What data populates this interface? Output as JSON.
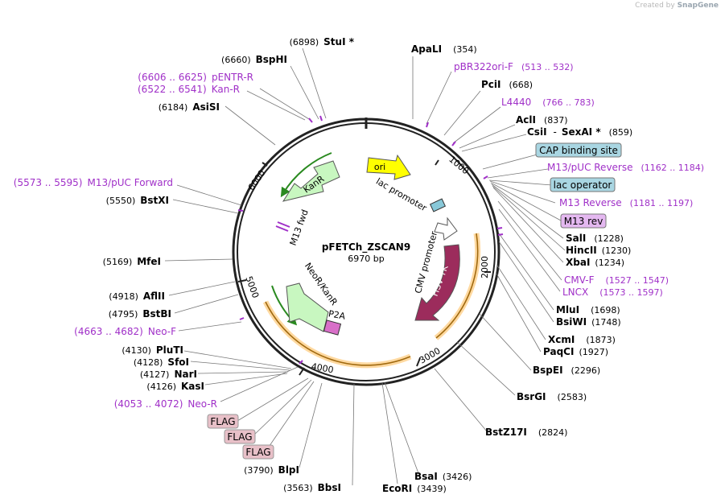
{
  "credit": {
    "created_by": "Created by",
    "app": "SnapGene"
  },
  "plasmid": {
    "name": "pFETCh_ZSCAN9",
    "length": "6970 bp"
  },
  "ticks": [
    "1000",
    "2000",
    "3000",
    "4000",
    "5000",
    "6000"
  ],
  "features": {
    "ori": "ori",
    "kanr": "KanR",
    "hsvtk": "HSV TK",
    "lac_promoter": "lac promoter",
    "m13_fwd": "M13 fwd",
    "cmv_promoter": "CMV promoter",
    "neor": "NeoR/KanR",
    "p2a": "P2A"
  },
  "sites": {
    "stui": {
      "name": "StuI *",
      "pos": "(6898)"
    },
    "bsphi": {
      "name": "BspHI",
      "pos": "(6660)"
    },
    "pentr_r": {
      "range": "(6606 .. 6625)",
      "name": "pENTR-R"
    },
    "kan_r": {
      "range": "(6522 .. 6541)",
      "name": "Kan-R"
    },
    "asisi": {
      "name": "AsiSI",
      "pos": "(6184)"
    },
    "m13puc_fwd": {
      "range": "(5573 .. 5595)",
      "name": "M13/pUC Forward"
    },
    "bstxi": {
      "name": "BstXI",
      "pos": "(5550)"
    },
    "mfei": {
      "name": "MfeI",
      "pos": "(5169)"
    },
    "aflii": {
      "name": "AflII",
      "pos": "(4918)"
    },
    "bstbi": {
      "name": "BstBI",
      "pos": "(4795)"
    },
    "neo_f": {
      "range": "(4663 .. 4682)",
      "name": "Neo-F"
    },
    "pluti": {
      "name": "PluTI",
      "pos": "(4130)"
    },
    "sfoi": {
      "name": "SfoI",
      "pos": "(4128)"
    },
    "nari": {
      "name": "NarI",
      "pos": "(4127)"
    },
    "kasi": {
      "name": "KasI",
      "pos": "(4126)"
    },
    "neo_r": {
      "range": "(4053 .. 4072)",
      "name": "Neo-R"
    },
    "flag1": "FLAG",
    "flag2": "FLAG",
    "flag3": "FLAG",
    "blpi": {
      "name": "BlpI",
      "pos": "(3790)"
    },
    "bbsi": {
      "name": "BbsI",
      "pos": "(3563)"
    },
    "ecori": {
      "name": "EcoRI",
      "pos": "(3439)"
    },
    "bsai": {
      "name": "BsaI",
      "pos": "(3426)"
    },
    "apali": {
      "name": "ApaLI",
      "pos": "(354)"
    },
    "pbr322": {
      "name": "pBR322ori-F",
      "range": "(513 .. 532)"
    },
    "pcii": {
      "name": "PciI",
      "pos": "(668)"
    },
    "l4440": {
      "name": "L4440",
      "range": "(766 .. 783)"
    },
    "acli": {
      "name": "AclI",
      "pos": "(837)"
    },
    "csii": {
      "name": "CsiI",
      "sep": "-",
      "name2": "SexAI *",
      "pos": "(859)"
    },
    "cap": "CAP binding site",
    "m13puc_rev": {
      "name": "M13/pUC Reverse",
      "range": "(1162 .. 1184)"
    },
    "lac_operator": "lac operator",
    "m13_reverse": {
      "name": "M13 Reverse",
      "range": "(1181 .. 1197)"
    },
    "m13_rev": "M13 rev",
    "sali": {
      "name": "SalI",
      "pos": "(1228)"
    },
    "hincii": {
      "name": "HincII",
      "pos": "(1230)"
    },
    "xbai": {
      "name": "XbaI",
      "pos": "(1234)"
    },
    "cmv_f": {
      "name": "CMV-F",
      "range": "(1527 .. 1547)"
    },
    "lncx": {
      "name": "LNCX",
      "range": "(1573 .. 1597)"
    },
    "mlui": {
      "name": "MluI",
      "pos": "(1698)"
    },
    "bsiwi": {
      "name": "BsiWI",
      "pos": "(1748)"
    },
    "xcmi": {
      "name": "XcmI",
      "pos": "(1873)"
    },
    "paqci": {
      "name": "PaqCI",
      "pos": "(1927)"
    },
    "bspei": {
      "name": "BspEI",
      "pos": "(2296)"
    },
    "bsrgi": {
      "name": "BsrGI",
      "pos": "(2583)"
    },
    "bstz17i": {
      "name": "BstZ17I",
      "pos": "(2824)"
    }
  },
  "colors": {
    "primer": "#a030c8",
    "ori": "#ffff00",
    "kanr": "#c8f7c0",
    "hsvtk": "#9c2c5c",
    "cmv": "#ffffff",
    "cap_fill": "#a9d6e2",
    "m13rev_fill": "#e4b8f0",
    "flag_fill": "#e8c0c8",
    "orange": "#ffd9a0",
    "olive": "#a06a10",
    "green": "#2a8a20"
  }
}
